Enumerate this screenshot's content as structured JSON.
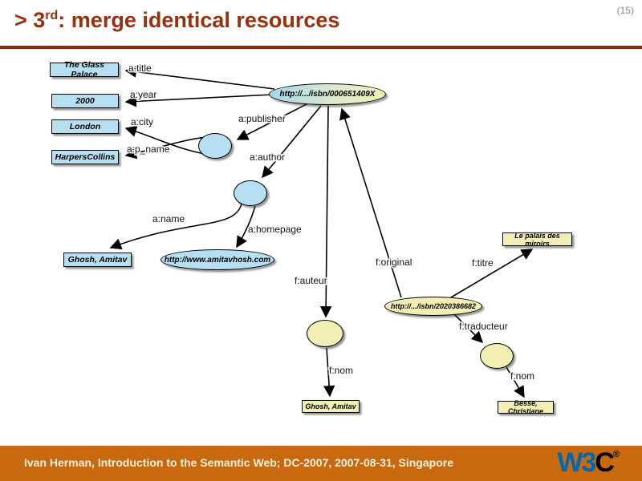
{
  "header": {
    "title_prefix": "> 3",
    "title_sup": "rd",
    "title_rest": ": merge identical resources",
    "page_number": "(15)"
  },
  "footer": {
    "credit": "Ivan Herman, Introduction to the Semantic Web; DC-2007, 2007-08-31, Singapore",
    "logo_w3": "W3",
    "logo_c": "C",
    "logo_reg": "®"
  },
  "colors": {
    "title": "#9A2F0B",
    "rule": "#8C2D0B",
    "footer_bg": "#C8690F",
    "footer_text": "#FDF3DF",
    "blue_node": "#B7DFF2",
    "yellow_node": "#F2EFB5",
    "w3c_blue": "#0066B0"
  },
  "graph": {
    "nodes": {
      "glass_palace": "The Glass Palace",
      "year": "2000",
      "london": "London",
      "harpers": "HarpersCollins",
      "isbn_en": "http://.../isbn/000651409X",
      "ghosh_blue": "Ghosh, Amitav",
      "homepage": "http://www.amitavhosh.com",
      "palais": "Le palais des miroirs",
      "isbn_fr": "http://.../isbn/2020386682",
      "ghosh_yellow": "Ghosh, Amitav",
      "besse": "Besse, Christiane"
    },
    "edges": {
      "a_title": "a:title",
      "a_year": "a:year",
      "a_city": "a:city",
      "a_p_name": "a:p_name",
      "a_publisher": "a:publisher",
      "a_author": "a:author",
      "a_name": "a:name",
      "a_homepage": "a:homepage",
      "f_auteur": "f:auteur",
      "f_original": "f:original",
      "f_titre": "f:titre",
      "f_traducteur": "f:traducteur",
      "f_nom_left": "f:nom",
      "f_nom_right": "f:nom"
    }
  }
}
